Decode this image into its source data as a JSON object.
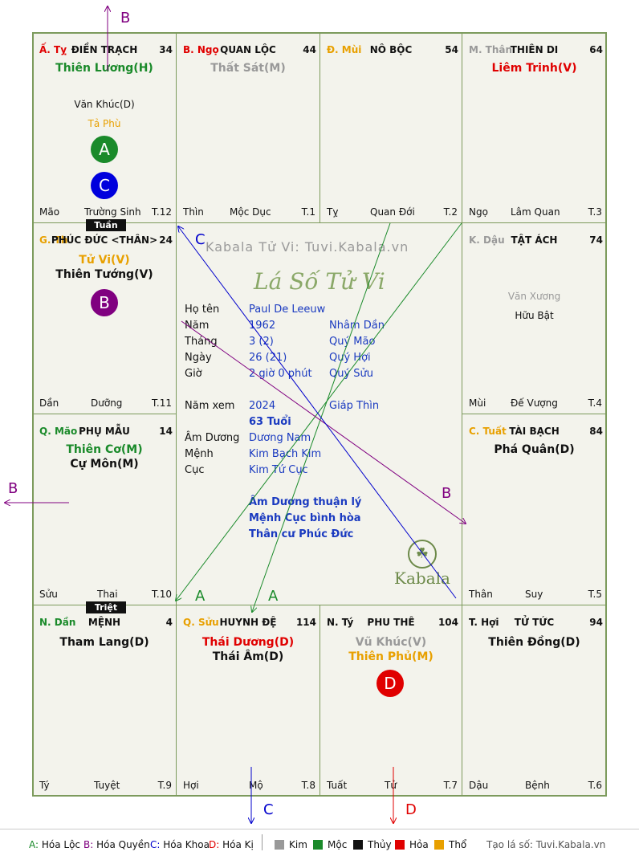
{
  "watermark": "Kabala Tử Vi: Tuvi.Kabala.vn",
  "center_title": "Lá Số Tử Vi",
  "kabala_logo": "Kabala",
  "tags": {
    "tuan": "Tuần",
    "triet": "Triệt"
  },
  "palaces": {
    "dien_trach": {
      "can": "Ấ. Tỵ",
      "name": "ĐIỀN TRẠCH",
      "age": "34",
      "main": [
        "Thiên Lương(H)"
      ],
      "minor": [
        "Văn Khúc(D)",
        "Tả Phù"
      ],
      "branch": "Mão",
      "phase": "Trường Sinh",
      "t": "T.12",
      "badges": [
        "A",
        "C"
      ]
    },
    "quan_loc": {
      "can": "B. Ngọ",
      "name": "QUAN LỘC",
      "age": "44",
      "main": [
        "Thất Sát(M)"
      ],
      "minor": [],
      "branch": "Thìn",
      "phase": "Mộc Dục",
      "t": "T.1"
    },
    "no_boc": {
      "can": "Đ. Mùi",
      "name": "NÔ BỘC",
      "age": "54",
      "main": [],
      "minor": [],
      "branch": "Tỵ",
      "phase": "Quan Đới",
      "t": "T.2"
    },
    "thien_di": {
      "can": "M. Thân",
      "name": "THIÊN DI",
      "age": "64",
      "main": [
        "Liêm Trinh(V)"
      ],
      "minor": [],
      "branch": "Ngọ",
      "phase": "Lâm Quan",
      "t": "T.3"
    },
    "phuc_duc": {
      "can": "G. Th",
      "name": "PHÚC ĐỨC <THÂN>",
      "age": "24",
      "main": [
        "Tử Vi(V)",
        "Thiên Tướng(V)"
      ],
      "minor": [],
      "branch": "Dần",
      "phase": "Dưỡng",
      "t": "T.11",
      "badges": [
        "B"
      ]
    },
    "tat_ach": {
      "can": "K. Dậu",
      "name": "TẬT ÁCH",
      "age": "74",
      "main": [],
      "minor": [
        "Văn Xương",
        "Hữu Bật"
      ],
      "branch": "Mùi",
      "phase": "Đế Vượng",
      "t": "T.4"
    },
    "phu_mau": {
      "can": "Q. Mão",
      "name": "PHỤ MẪU",
      "age": "14",
      "main": [
        "Thiên Cơ(M)",
        "Cự Môn(M)"
      ],
      "minor": [],
      "branch": "Sửu",
      "phase": "Thai",
      "t": "T.10"
    },
    "tai_bach": {
      "can": "C. Tuất",
      "name": "TÀI BẠCH",
      "age": "84",
      "main": [
        "Phá Quân(D)"
      ],
      "minor": [],
      "branch": "Thân",
      "phase": "Suy",
      "t": "T.5"
    },
    "menh": {
      "can": "N. Dần",
      "name": "MỆNH",
      "age": "4",
      "main": [
        "Tham Lang(D)"
      ],
      "minor": [],
      "branch": "Tý",
      "phase": "Tuyệt",
      "t": "T.9"
    },
    "huynh_de": {
      "can": "Q. Sửu",
      "name": "HUYNH ĐỆ",
      "age": "114",
      "main": [
        "Thái Dương(D)",
        "Thái Âm(D)"
      ],
      "minor": [],
      "branch": "Hợi",
      "phase": "Mộ",
      "t": "T.8"
    },
    "phu_the": {
      "can": "N. Tý",
      "name": "PHU THÊ",
      "age": "104",
      "main": [
        "Vũ Khúc(V)",
        "Thiên Phủ(M)"
      ],
      "minor": [],
      "branch": "Tuất",
      "phase": "Tử",
      "t": "T.7",
      "badges": [
        "D"
      ]
    },
    "tu_tuc": {
      "can": "T. Hợi",
      "name": "TỬ TỨC",
      "age": "94",
      "main": [
        "Thiên Đồng(D)"
      ],
      "minor": [],
      "branch": "Dậu",
      "phase": "Bệnh",
      "t": "T.6"
    }
  },
  "info": {
    "ho_ten_label": "Họ tên",
    "ho_ten": "Paul De Leeuw",
    "nam_label": "Năm",
    "nam": "1962",
    "nam_can": "Nhâm Dần",
    "thang_label": "Tháng",
    "thang": "3  (2)",
    "thang_can": "Quý Mão",
    "ngay_label": "Ngày",
    "ngay": "26  (21)",
    "ngay_can": "Quý Hợi",
    "gio_label": "Giờ",
    "gio": "2 giờ 0 phút",
    "gio_can": "Quý Sửu",
    "nam_xem_label": "Năm xem",
    "nam_xem": "2024",
    "nam_xem_can": "Giáp Thìn",
    "tuoi": "63 Tuổi",
    "am_duong_label": "Âm Dương",
    "am_duong": "Dương Nam",
    "menh_label": "Mệnh",
    "menh": "Kim Bạch Kim",
    "cuc_label": "Cục",
    "cuc": "Kim Tứ Cục",
    "note1": "Âm Dương thuận lý",
    "note2": "Mệnh Cục bình hòa",
    "note3": "Thân cư Phúc Đức"
  },
  "arrow_labels": {
    "a": "A",
    "b": "B",
    "c": "C",
    "d": "D"
  },
  "colors": {
    "green": "#1a8a2a",
    "purple": "#800080",
    "blue": "#0000cc",
    "red": "#e00000",
    "gold": "#e8a000",
    "gray": "#999999"
  },
  "legend": {
    "a": "A: Hóa Lộc",
    "b": "B: Hóa Quyền",
    "c": "C: Hóa Khoa",
    "d": "D: Hóa Kị",
    "kim": "Kim",
    "moc": "Mộc",
    "thuy": "Thủy",
    "hoa": "Hỏa",
    "tho": "Thổ",
    "site": "Tạo lá số: Tuvi.Kabala.vn"
  }
}
